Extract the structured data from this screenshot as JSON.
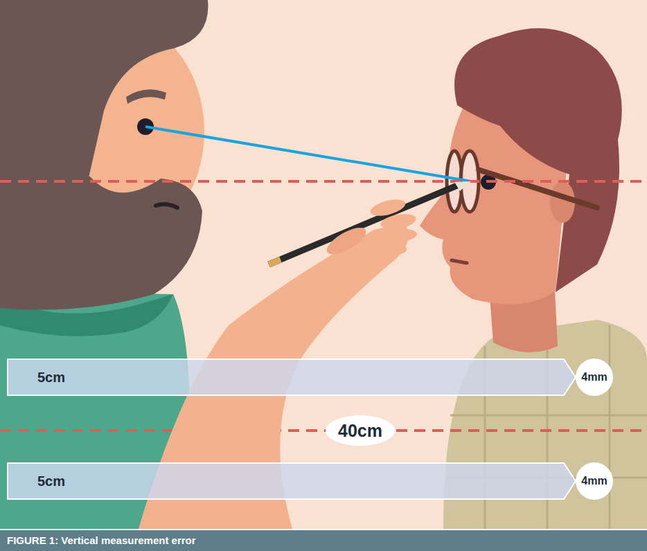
{
  "diagram": {
    "caption": "FIGURE 1: Vertical measurement error",
    "nodes": [
      {
        "text": [
          "5cm"
        ]
      },
      {
        "text": [
          "4mm"
        ]
      },
      {
        "text": [
          "40cm"
        ]
      },
      {
        "text": [
          "5cm"
        ]
      },
      {
        "text": [
          "4mm"
        ]
      }
    ]
  }
}
